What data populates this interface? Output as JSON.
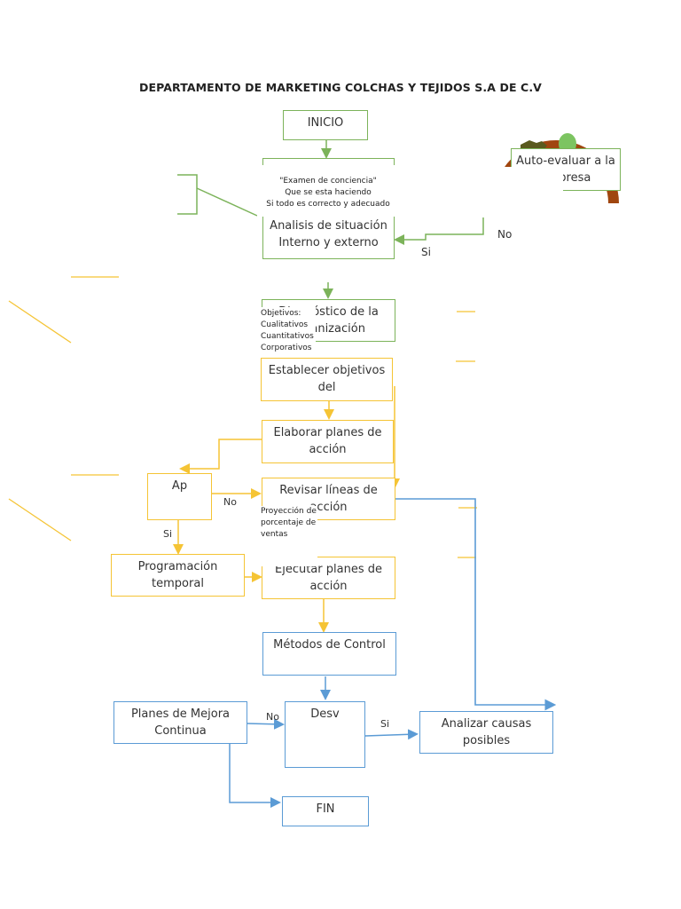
{
  "title": "DEPARTAMENTO DE MARKETING COLCHAS Y TEJIDOS S.A DE C.V",
  "colors": {
    "green": "#7cb35a",
    "yellow": "#f5c435",
    "blue": "#5b9bd5",
    "logo_brown": "#a0460f"
  },
  "nodes": {
    "inicio": "INICIO",
    "analisis": "Analisis de situación Interno y externo",
    "autoevaluar": "Auto-evaluar a la empresa",
    "diagnostico": "Diagnóstico de la organización",
    "establecer": "Establecer objetivos del",
    "elaborar": "Elaborar planes de acción",
    "ap": "Ap",
    "revisar": "Revisar  líneas  de acción",
    "programacion": "Programación temporal",
    "ejecutar": "Ejecutar planes de acción",
    "metodos": "Métodos de Control",
    "planes_mejora": "Planes de Mejora Continua",
    "desv": "Desv",
    "analizar": "Analizar causas posibles",
    "fin": "FIN"
  },
  "notes": {
    "examen": [
      "\"Examen de conciencia\"",
      "Que se esta haciendo",
      "Si todo es correcto y adecuado"
    ],
    "objetivos": [
      "Objetivos:",
      "Cualitativos",
      "Cuantitativos",
      "Corporativos"
    ],
    "proyeccion": [
      "Proyección de",
      "porcentaje de",
      "ventas"
    ]
  },
  "labels": {
    "no_autoeval": "No",
    "si_autoeval": "Si",
    "no_ap": "No",
    "si_ap": "Si",
    "no_desv": "No",
    "si_desv": "Si"
  }
}
